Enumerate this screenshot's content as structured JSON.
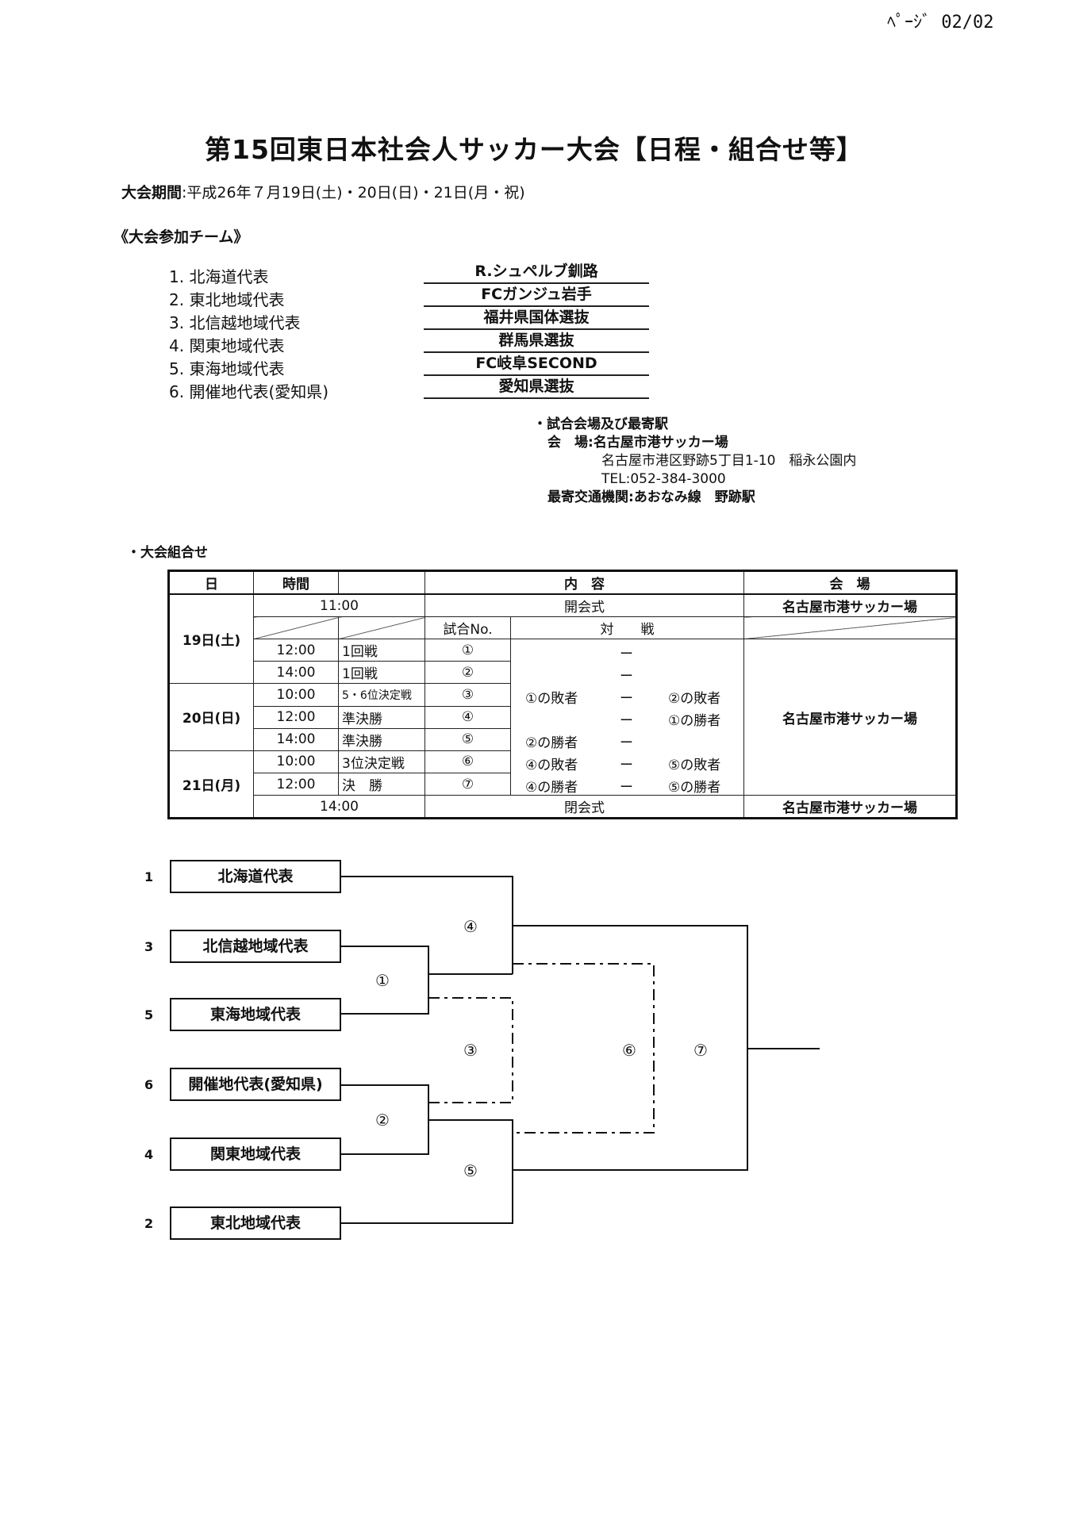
{
  "page_number": "ﾍﾟｰｼﾞ 02/02",
  "title": "第15回東日本社会人サッカー大会【日程・組合せ等】",
  "period": {
    "label": "大会期間",
    "value": ":平成26年７月19日(土)・20日(日)・21日(月・祝)"
  },
  "teams_section_title": "《大会参加チーム》",
  "teams": [
    {
      "num": "1.",
      "region": "北海道代表",
      "team": "R.シュペルブ釧路"
    },
    {
      "num": "2.",
      "region": "東北地域代表",
      "team": "FCガンジュ岩手"
    },
    {
      "num": "3.",
      "region": "北信越地域代表",
      "team": "福井県国体選抜"
    },
    {
      "num": "4.",
      "region": "関東地域代表",
      "team": "群馬県選抜"
    },
    {
      "num": "5.",
      "region": "東海地域代表",
      "team": "FC岐阜SECOND"
    },
    {
      "num": "6.",
      "region": "開催地代表(愛知県)",
      "team": "愛知県選抜"
    }
  ],
  "venue_info": {
    "heading": "・試合会場及び最寄駅",
    "venue_label": "会　場:",
    "venue_name": "名古屋市港サッカー場",
    "address": "名古屋市港区野跡5丁目1-10　稲永公園内",
    "tel": "TEL:052-384-3000",
    "transit_label": "最寄交通機関:",
    "transit_value": "あおなみ線　野跡駅"
  },
  "schedule_section_title": "・大会組合せ",
  "schedule": {
    "headers": {
      "day": "日",
      "time": "時間",
      "content": "内　容",
      "venue": "会　場"
    },
    "sub_headers": {
      "match_no": "試合No.",
      "matchup": "対　　戦"
    },
    "opening": {
      "time": "11:00",
      "label": "開会式",
      "venue": "名古屋市港サッカー場"
    },
    "closing": {
      "time": "14:00",
      "label": "閉会式",
      "venue": "名古屋市港サッカー場"
    },
    "day1": "19日(土)",
    "day2": "20日(日)",
    "day3": "21日(月)",
    "venue_main": "名古屋市港サッカー場",
    "vs": "ー",
    "matches": [
      {
        "time": "12:00",
        "round": "1回戦",
        "no": "①",
        "left": "",
        "right": ""
      },
      {
        "time": "14:00",
        "round": "1回戦",
        "no": "②",
        "left": "",
        "right": ""
      },
      {
        "time": "10:00",
        "round": "5・6位決定戦",
        "no": "③",
        "left": "①の敗者",
        "right": "②の敗者"
      },
      {
        "time": "12:00",
        "round": "準決勝",
        "no": "④",
        "left": "",
        "right": "①の勝者"
      },
      {
        "time": "14:00",
        "round": "準決勝",
        "no": "⑤",
        "left": "②の勝者",
        "right": ""
      },
      {
        "time": "10:00",
        "round": "3位決定戦",
        "no": "⑥",
        "left": "④の敗者",
        "right": "⑤の敗者"
      },
      {
        "time": "12:00",
        "round": "決　勝",
        "no": "⑦",
        "left": "④の勝者",
        "right": "⑤の勝者"
      }
    ]
  },
  "bracket": {
    "entries": [
      {
        "seed": "1",
        "name": "北海道代表"
      },
      {
        "seed": "3",
        "name": "北信越地域代表"
      },
      {
        "seed": "5",
        "name": "東海地域代表"
      },
      {
        "seed": "6",
        "name": "開催地代表(愛知県)"
      },
      {
        "seed": "4",
        "name": "関東地域代表"
      },
      {
        "seed": "2",
        "name": "東北地域代表"
      }
    ],
    "match_labels": [
      "①",
      "②",
      "③",
      "④",
      "⑤",
      "⑥",
      "⑦"
    ]
  }
}
